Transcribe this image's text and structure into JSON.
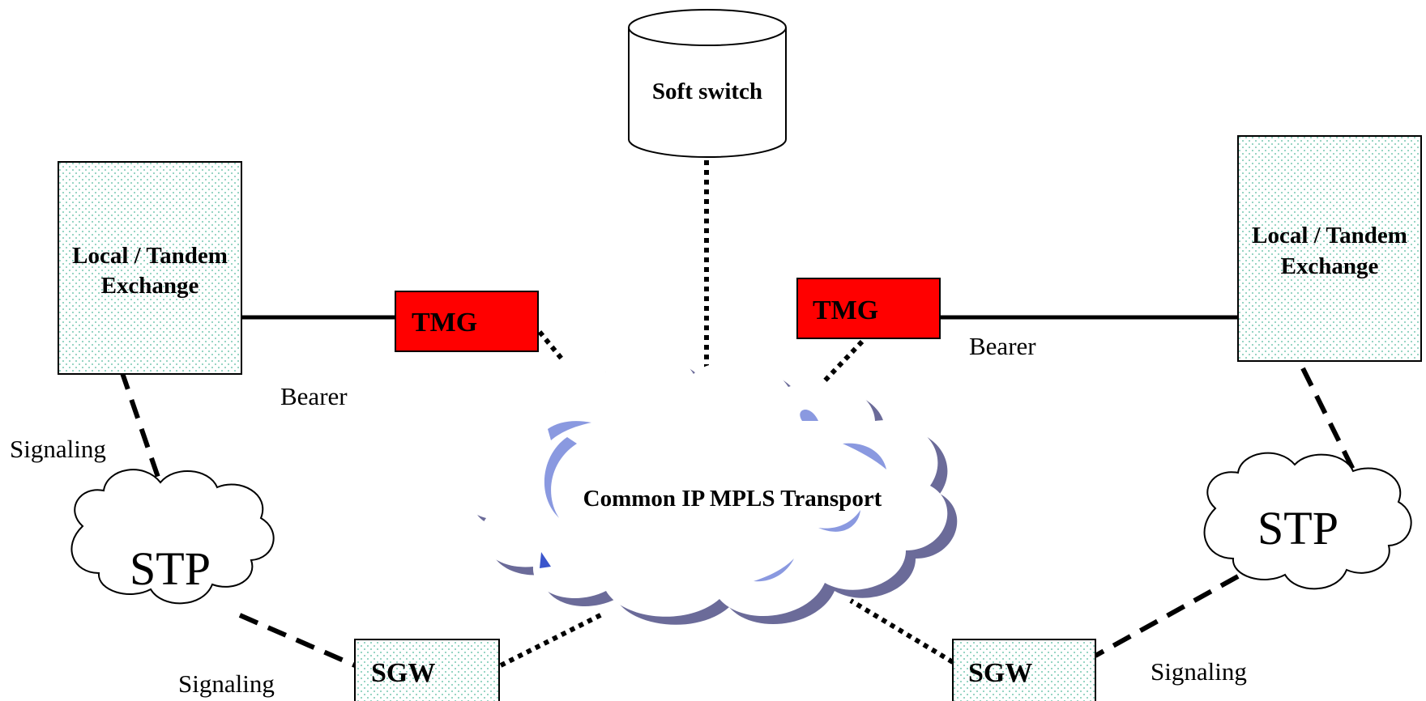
{
  "nodes": {
    "soft_switch": "Soft switch",
    "exchange_left_line1": "Local / Tandem",
    "exchange_left_line2": "Exchange",
    "exchange_right_line1": "Local / Tandem",
    "exchange_right_line2": "Exchange",
    "tmg_left": "TMG",
    "tmg_right": "TMG",
    "cloud_main": "Common IP MPLS Transport",
    "stp_left": "STP",
    "stp_right": "STP",
    "sgw_left": "SGW",
    "sgw_right": "SGW"
  },
  "labels": {
    "bearer_left": "Bearer",
    "bearer_right": "Bearer",
    "signaling_left_top": "Signaling",
    "signaling_left_bottom": "Signaling",
    "signaling_right": "Signaling"
  },
  "colors": {
    "tmg_fill": "#ff0000",
    "dotted_fill": "#4fb89a",
    "cloud_shadow": "#6b6b99",
    "cloud_accent": "#8a99e0"
  }
}
